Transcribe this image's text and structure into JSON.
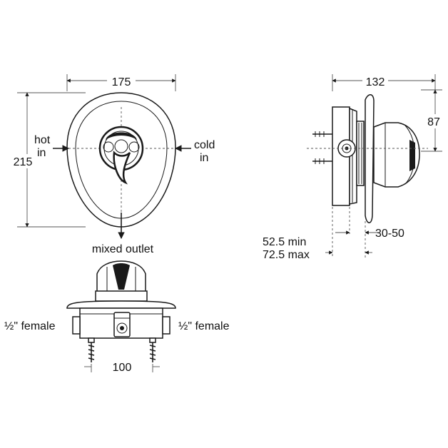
{
  "front_view": {
    "width_label": "175",
    "height_label": "215",
    "hot_inlet": {
      "line1": "hot",
      "line2": "in"
    },
    "cold_inlet": {
      "line1": "cold",
      "line2": "in"
    },
    "outlet_label": "mixed outlet"
  },
  "side_view": {
    "width_label": "132",
    "height_label": "87",
    "depth_min_label": "52.5 min",
    "depth_max_label": "72.5 max",
    "range_label": "30-50"
  },
  "bottom_view": {
    "left_connection": "½\" female",
    "right_connection": "½\" female",
    "spacing_label": "100"
  }
}
